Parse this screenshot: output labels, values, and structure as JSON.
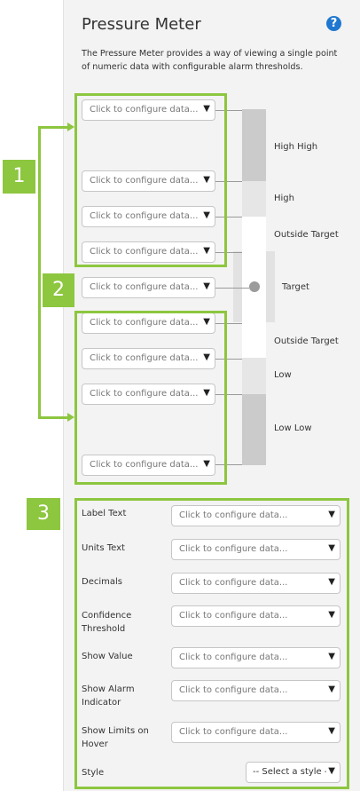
{
  "header": {
    "title": "Pressure Meter",
    "help_icon": "question-circle-icon",
    "description": "The Pressure Meter provides a way of viewing a single point of numeric data with configurable alarm thresholds."
  },
  "placeholder": "Click to configure data...",
  "threshold_fields": [
    "Click to configure data...",
    "Click to configure data...",
    "Click to configure data...",
    "Click to configure data...",
    "Click to configure data...",
    "Click to configure data...",
    "Click to configure data...",
    "Click to configure data...",
    "Click to configure data..."
  ],
  "zones": {
    "high_high": "High High",
    "high": "High",
    "outside_target_upper": "Outside Target",
    "target": "Target",
    "outside_target_lower": "Outside Target",
    "low": "Low",
    "low_low": "Low Low"
  },
  "badges": [
    "1",
    "2",
    "3"
  ],
  "properties": [
    {
      "label": "Label Text",
      "value": "Click to configure data..."
    },
    {
      "label": "Units Text",
      "value": "Click to configure data..."
    },
    {
      "label": "Decimals",
      "value": "Click to configure data..."
    },
    {
      "label": "Confidence Threshold",
      "value": "Click to configure data..."
    },
    {
      "label": "Show Value",
      "value": "Click to configure data..."
    },
    {
      "label": "Show Alarm Indicator",
      "value": "Click to configure data..."
    },
    {
      "label": "Show Limits on Hover",
      "value": "Click to configure data..."
    },
    {
      "label": "Style",
      "value": "-- Select a style --"
    }
  ],
  "colors": {
    "accent_green": "#8dc63f",
    "help_blue": "#1f77d0"
  }
}
